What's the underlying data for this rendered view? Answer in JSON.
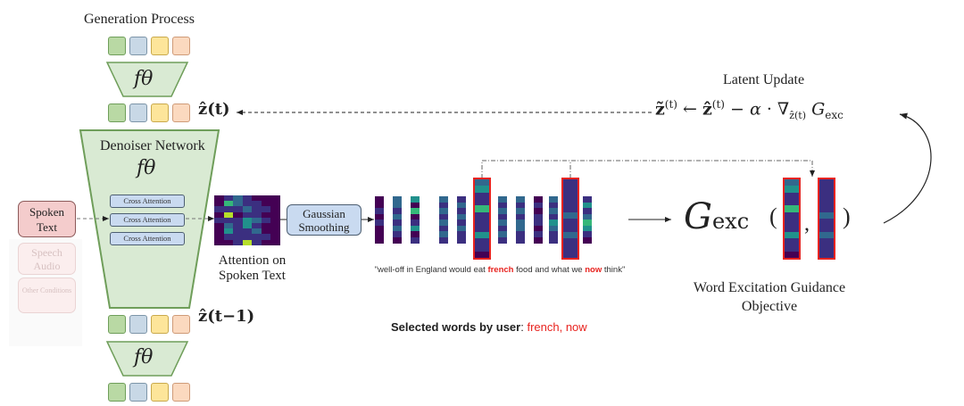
{
  "labels": {
    "generation_process": "Generation Process",
    "f_theta": "fθ",
    "z_hat_t": "ẑ(t)",
    "z_hat_t_minus_1": "ẑ(t−1)",
    "denoiser_network": "Denoiser Network",
    "cross_attention": [
      "Cross Attention",
      "Cross Attention",
      "Cross Attention"
    ],
    "spoken_text": "Spoken Text",
    "speech_audio": "Speech Audio",
    "other_conditions": "Other Conditions",
    "attention_on_spoken_text": "Attention on Spoken Text",
    "gaussian_smoothing": "Gaussian Smoothing",
    "latent_update": "Latent Update",
    "latent_update_formula": "z̃(t) ← ẑ(t) − α · ∇ẑ(t) Gexc",
    "g_exc": "Gexc",
    "word_excitation_objective": "Word Excitation Guidance Objective",
    "sentence_parts": [
      "\"well-off in England would eat ",
      "french",
      " food and what we ",
      "now",
      " think\""
    ],
    "selected_words_label": "Selected words by user",
    "selected_words": "french, now"
  },
  "colors": {
    "highlight": "#e8231f",
    "viridis": [
      "#440154",
      "#3b2f80",
      "#31688e",
      "#21918c",
      "#35b779",
      "#b5de2b"
    ]
  }
}
